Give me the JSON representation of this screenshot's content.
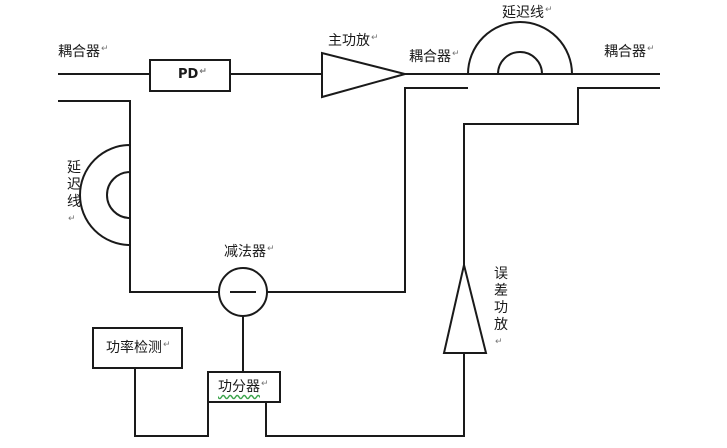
{
  "labels": {
    "coupler_left": "耦合器",
    "pd": "PD",
    "main_amp": "主功放",
    "coupler_mid": "耦合器",
    "delay_top": "延迟线",
    "coupler_right": "耦合器",
    "delay_left": "延迟线",
    "subtractor": "减法器",
    "error_amp": "误差功放",
    "power_detect": "功率检测",
    "splitter": "功分器"
  },
  "marks": {
    "paragraph": "↵"
  },
  "colors": {
    "line": "#1a1a1a",
    "text": "#1a1a1a",
    "spell_underline": "#3aa34a"
  }
}
